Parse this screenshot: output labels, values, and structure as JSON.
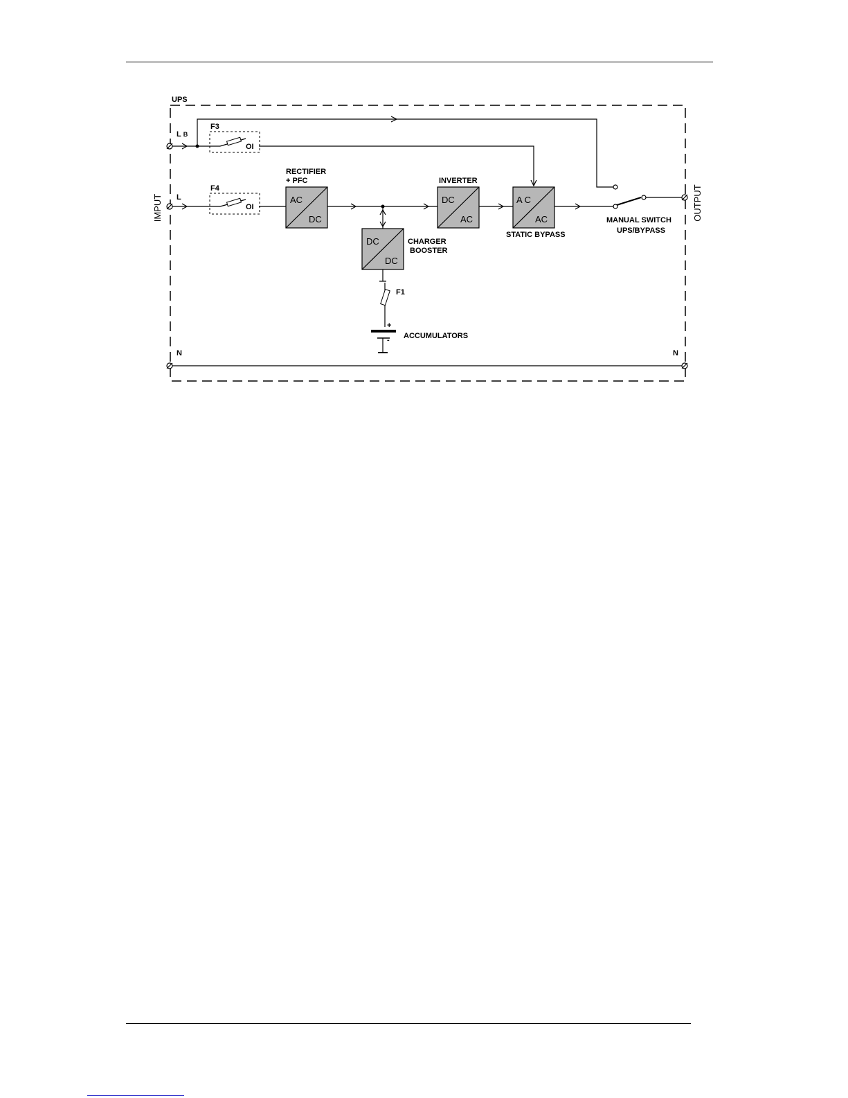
{
  "page": {
    "background": "#ffffff"
  },
  "diagram": {
    "enclosure_label": "UPS",
    "input_label": "IMPUT",
    "output_label": "OUTPUT",
    "line_bypass": {
      "main": "L",
      "sub": "B"
    },
    "line_main": "L",
    "neutral_left": "N",
    "neutral_right": "N",
    "fuse_bypass": {
      "label": "F3",
      "state": "OI"
    },
    "fuse_input": {
      "label": "F4",
      "state": "OI"
    },
    "fuse_battery": {
      "label": "F1"
    },
    "rectifier": {
      "title": "RECTIFIER",
      "subtitle": "+ PFC",
      "top": "AC",
      "bottom": "DC"
    },
    "inverter": {
      "title": "INVERTER",
      "top": "DC",
      "bottom": "AC"
    },
    "static_bypass": {
      "title": "STATIC BYPASS",
      "top": "A C",
      "bottom": "AC"
    },
    "charger": {
      "title": "CHARGER",
      "subtitle": "BOOSTER",
      "top": "DC",
      "bottom": "DC"
    },
    "manual_switch": {
      "title": "MANUAL SWITCH",
      "subtitle": "UPS/BYPASS"
    },
    "battery": {
      "label": "ACCUMULATORS",
      "plus": "+",
      "minus": "-"
    },
    "colors": {
      "block_fill": "#b7b7b7",
      "line": "#000000",
      "footer_link": "#3333cc"
    }
  }
}
